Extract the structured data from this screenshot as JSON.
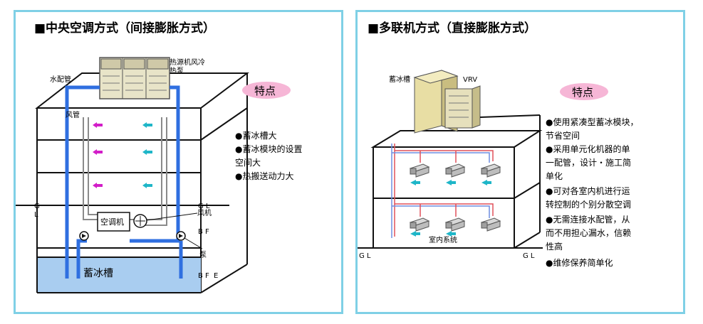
{
  "left": {
    "title": "■中央空调方式（间接膨胀方式）",
    "labels": {
      "heat_source": "热源机风冷",
      "heat_pump": "热泵",
      "water_pipe": "水配管",
      "air_duct": "风管",
      "gl_left": "G",
      "gl_left2": "L",
      "gl_right": "G L",
      "fan": "风机",
      "bf1": "B F",
      "ahu": "空调机",
      "pump": "泵",
      "bf2": "B F",
      "ice_tank": "蓄冰槽",
      "e_label": "E"
    },
    "features_title": "特点",
    "features": [
      "●蓄冰槽大",
      "●蓄冰模块的设置",
      "  空间大",
      "●热搬送动力大"
    ]
  },
  "right": {
    "title": "■多联机方式（直接膨胀方式）",
    "labels": {
      "ice_tank": "蓄冰槽",
      "vrv": "VRV",
      "indoor_system": "室内系统",
      "gl_left": "G L",
      "gl_right": "G L"
    },
    "features_title": "特点",
    "features": [
      "●使用紧凑型蓄冰模块，",
      "  节省空间",
      "●采用单元化机器的单",
      "  一配管，设计・施工简",
      "  单化",
      "●可对各室内机进行运",
      "  转控制的个别分散空调",
      "●无需连接水配管，从",
      "  而不用担心漏水，信赖",
      "  性高",
      "●维修保养简单化"
    ]
  },
  "colors": {
    "panel_border": "#7fd0e6",
    "water_blue": "#2f6fe0",
    "tank_fill": "#a9cdf0",
    "arrow_magenta": "#d21ec8",
    "arrow_cyan": "#1fb6c8",
    "refrigerant_red": "#e0505a",
    "refrigerant_blue": "#6f8de0",
    "feature_bubble": "#f6b6d6"
  }
}
